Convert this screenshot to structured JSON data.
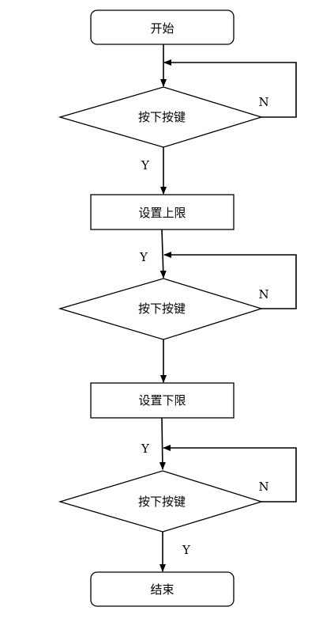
{
  "flowchart": {
    "start": "开始",
    "decision_1": "按下按键",
    "set_upper": "设置上限",
    "decision_2": "按下按键",
    "set_lower": "设置下限",
    "decision_3": "按下按键",
    "end": "结束",
    "no_label": "N",
    "yes_label": "Y"
  }
}
